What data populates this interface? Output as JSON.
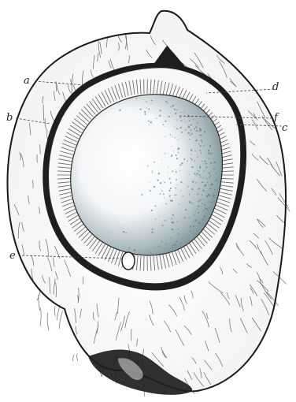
{
  "figure": {
    "labels": {
      "a": "a",
      "b": "b",
      "c": "c",
      "d": "d",
      "e": "e",
      "f": "f"
    },
    "colors": {
      "ink": "#1a1a1a",
      "paper": "#ffffff",
      "kernel_shade": "#6a8a92",
      "shell_dark": "#1e1e1e"
    }
  }
}
